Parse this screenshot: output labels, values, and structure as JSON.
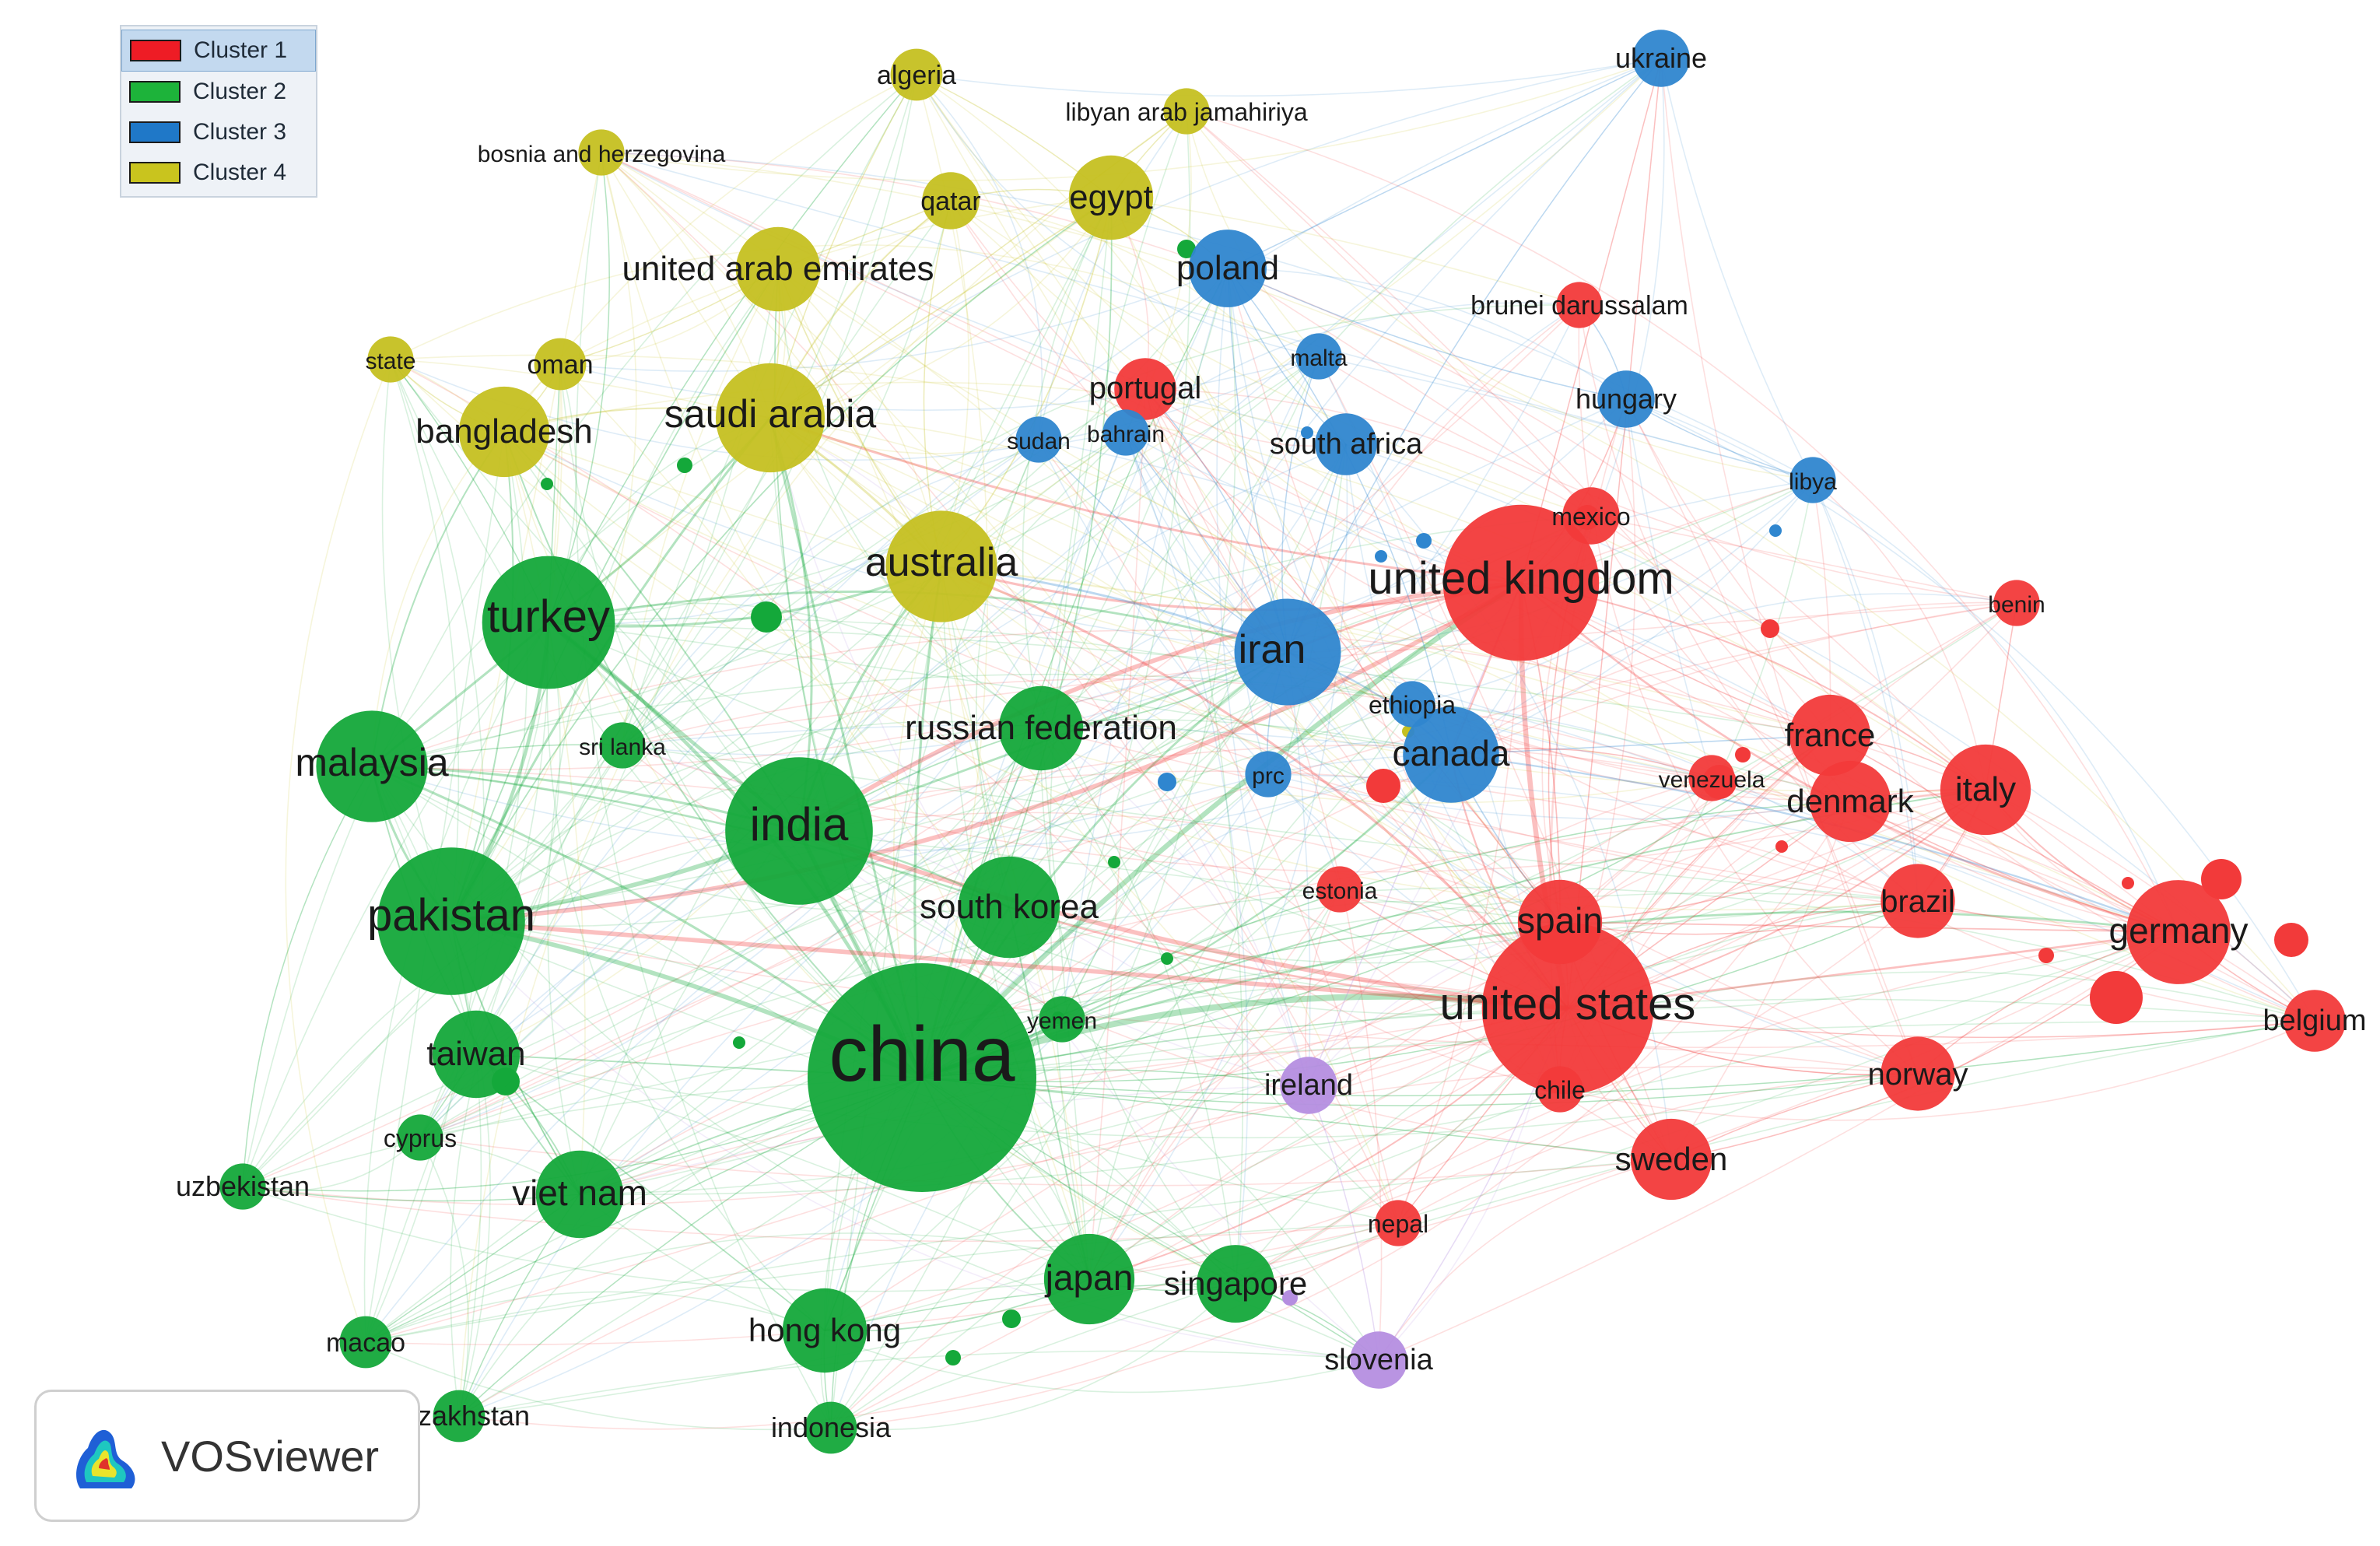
{
  "legend": {
    "items": [
      {
        "label": "Cluster 1",
        "color": "#ee1c25"
      },
      {
        "label": "Cluster 2",
        "color": "#1db33a"
      },
      {
        "label": "Cluster 3",
        "color": "#1f78c8"
      },
      {
        "label": "Cluster 4",
        "color": "#c9c41e"
      }
    ]
  },
  "cluster_colors": {
    "1": "#f23a3a",
    "2": "#14a83a",
    "3": "#2f86cf",
    "4": "#c5c021",
    "5": "#b58ee0"
  },
  "nodes": [
    {
      "id": "china",
      "label": "china",
      "cluster": 2,
      "weight": 100
    },
    {
      "id": "united_states",
      "label": "united states",
      "cluster": 1,
      "weight": 55
    },
    {
      "id": "united_kingdom",
      "label": "united kingdom",
      "cluster": 1,
      "weight": 45
    },
    {
      "id": "india",
      "label": "india",
      "cluster": 2,
      "weight": 40
    },
    {
      "id": "pakistan",
      "label": "pakistan",
      "cluster": 2,
      "weight": 40
    },
    {
      "id": "turkey",
      "label": "turkey",
      "cluster": 2,
      "weight": 32
    },
    {
      "id": "iran",
      "label": "iran",
      "cluster": 3,
      "weight": 20
    },
    {
      "id": "australia",
      "label": "australia",
      "cluster": 4,
      "weight": 22
    },
    {
      "id": "saudi_arabia",
      "label": "saudi arabia",
      "cluster": 4,
      "weight": 21
    },
    {
      "id": "malaysia",
      "label": "malaysia",
      "cluster": 2,
      "weight": 22
    },
    {
      "id": "canada",
      "label": "canada",
      "cluster": 3,
      "weight": 16
    },
    {
      "id": "germany",
      "label": "germany",
      "cluster": 1,
      "weight": 19
    },
    {
      "id": "south_korea",
      "label": "south korea",
      "cluster": 2,
      "weight": 18
    },
    {
      "id": "taiwan",
      "label": "taiwan",
      "cluster": 2,
      "weight": 13
    },
    {
      "id": "viet_nam",
      "label": "viet nam",
      "cluster": 2,
      "weight": 13
    },
    {
      "id": "japan",
      "label": "japan",
      "cluster": 2,
      "weight": 14
    },
    {
      "id": "spain",
      "label": "spain",
      "cluster": 1,
      "weight": 12
    },
    {
      "id": "italy",
      "label": "italy",
      "cluster": 1,
      "weight": 14
    },
    {
      "id": "denmark",
      "label": "denmark",
      "cluster": 1,
      "weight": 11
    },
    {
      "id": "france",
      "label": "france",
      "cluster": 1,
      "weight": 11
    },
    {
      "id": "sweden",
      "label": "sweden",
      "cluster": 1,
      "weight": 11
    },
    {
      "id": "norway",
      "label": "norway",
      "cluster": 1,
      "weight": 9
    },
    {
      "id": "brazil",
      "label": "brazil",
      "cluster": 1,
      "weight": 9
    },
    {
      "id": "egypt",
      "label": "egypt",
      "cluster": 4,
      "weight": 12
    },
    {
      "id": "united_arab_emirates",
      "label": "united arab emirates",
      "cluster": 4,
      "weight": 12
    },
    {
      "id": "bangladesh",
      "label": "bangladesh",
      "cluster": 4,
      "weight": 14
    },
    {
      "id": "poland",
      "label": "poland",
      "cluster": 3,
      "weight": 10
    },
    {
      "id": "russian_federation",
      "label": "russian federation",
      "cluster": 2,
      "weight": 12
    },
    {
      "id": "hong_kong",
      "label": "hong kong",
      "cluster": 2,
      "weight": 12
    },
    {
      "id": "singapore",
      "label": "singapore",
      "cluster": 2,
      "weight": 10
    },
    {
      "id": "belgium",
      "label": "belgium",
      "cluster": 1,
      "weight": 6
    },
    {
      "id": "ireland",
      "label": "ireland",
      "cluster": 5,
      "weight": 5
    },
    {
      "id": "slovenia",
      "label": "slovenia",
      "cluster": 5,
      "weight": 5
    },
    {
      "id": "portugal",
      "label": "portugal",
      "cluster": 1,
      "weight": 6
    },
    {
      "id": "south_africa",
      "label": "south africa",
      "cluster": 3,
      "weight": 6
    },
    {
      "id": "hungary",
      "label": "hungary",
      "cluster": 3,
      "weight": 5
    },
    {
      "id": "ukraine",
      "label": "ukraine",
      "cluster": 3,
      "weight": 5
    },
    {
      "id": "algeria",
      "label": "algeria",
      "cluster": 4,
      "weight": 4
    },
    {
      "id": "qatar",
      "label": "qatar",
      "cluster": 4,
      "weight": 5
    },
    {
      "id": "oman",
      "label": "oman",
      "cluster": 4,
      "weight": 4
    },
    {
      "id": "libyan_arab_jamahiriya",
      "label": "libyan arab jamahiriya",
      "cluster": 4,
      "weight": 3
    },
    {
      "id": "bosnia_and_herzegovina",
      "label": "bosnia and herzegovina",
      "cluster": 4,
      "weight": 3
    },
    {
      "id": "state",
      "label": "state",
      "cluster": 4,
      "weight": 3
    },
    {
      "id": "brunei_darussalam",
      "label": "brunei darussalam",
      "cluster": 1,
      "weight": 3
    },
    {
      "id": "malta",
      "label": "malta",
      "cluster": 3,
      "weight": 3
    },
    {
      "id": "sudan",
      "label": "sudan",
      "cluster": 3,
      "weight": 3
    },
    {
      "id": "bahrain",
      "label": "bahrain",
      "cluster": 3,
      "weight": 3
    },
    {
      "id": "mexico",
      "label": "mexico",
      "cluster": 1,
      "weight": 5
    },
    {
      "id": "libya",
      "label": "libya",
      "cluster": 3,
      "weight": 3
    },
    {
      "id": "benin",
      "label": "benin",
      "cluster": 1,
      "weight": 3
    },
    {
      "id": "ethiopia",
      "label": "ethiopia",
      "cluster": 3,
      "weight": 3
    },
    {
      "id": "venezuela",
      "label": "venezuela",
      "cluster": 1,
      "weight": 3
    },
    {
      "id": "prc",
      "label": "prc",
      "cluster": 3,
      "weight": 3
    },
    {
      "id": "estonia",
      "label": "estonia",
      "cluster": 1,
      "weight": 3
    },
    {
      "id": "chile",
      "label": "chile",
      "cluster": 1,
      "weight": 3
    },
    {
      "id": "nepal",
      "label": "nepal",
      "cluster": 1,
      "weight": 3
    },
    {
      "id": "yemen",
      "label": "yemen",
      "cluster": 2,
      "weight": 3
    },
    {
      "id": "sri_lanka",
      "label": "sri lanka",
      "cluster": 2,
      "weight": 3
    },
    {
      "id": "cyprus",
      "label": "cyprus",
      "cluster": 2,
      "weight": 3
    },
    {
      "id": "uzbekistan",
      "label": "uzbekistan",
      "cluster": 2,
      "weight": 3
    },
    {
      "id": "macao",
      "label": "macao",
      "cluster": 2,
      "weight": 4
    },
    {
      "id": "kazakhstan",
      "label": "kazakhstan",
      "cluster": 2,
      "weight": 4
    },
    {
      "id": "indonesia",
      "label": "indonesia",
      "cluster": 2,
      "weight": 4
    }
  ],
  "links": [
    [
      "china",
      "united_states"
    ],
    [
      "china",
      "united_kingdom"
    ],
    [
      "china",
      "india"
    ],
    [
      "china",
      "pakistan"
    ],
    [
      "china",
      "turkey"
    ],
    [
      "china",
      "iran"
    ],
    [
      "china",
      "australia"
    ],
    [
      "china",
      "saudi_arabia"
    ],
    [
      "china",
      "malaysia"
    ],
    [
      "china",
      "canada"
    ],
    [
      "china",
      "germany"
    ],
    [
      "china",
      "south_korea"
    ],
    [
      "china",
      "taiwan"
    ],
    [
      "china",
      "viet_nam"
    ],
    [
      "china",
      "japan"
    ],
    [
      "china",
      "spain"
    ],
    [
      "china",
      "italy"
    ],
    [
      "china",
      "hong_kong"
    ],
    [
      "china",
      "singapore"
    ],
    [
      "china",
      "egypt"
    ],
    [
      "china",
      "bangladesh"
    ],
    [
      "china",
      "russian_federation"
    ],
    [
      "china",
      "sweden"
    ],
    [
      "china",
      "norway"
    ],
    [
      "china",
      "france"
    ],
    [
      "china",
      "denmark"
    ],
    [
      "china",
      "poland"
    ],
    [
      "china",
      "macao"
    ],
    [
      "china",
      "kazakhstan"
    ],
    [
      "china",
      "indonesia"
    ],
    [
      "china",
      "uzbekistan"
    ],
    [
      "china",
      "ireland"
    ],
    [
      "china",
      "slovenia"
    ],
    [
      "china",
      "belgium"
    ],
    [
      "china",
      "brazil"
    ],
    [
      "china",
      "united_arab_emirates"
    ],
    [
      "united_states",
      "united_kingdom"
    ],
    [
      "united_states",
      "germany"
    ],
    [
      "united_states",
      "spain"
    ],
    [
      "united_states",
      "italy"
    ],
    [
      "united_states",
      "canada"
    ],
    [
      "united_states",
      "india"
    ],
    [
      "united_states",
      "pakistan"
    ],
    [
      "united_states",
      "sweden"
    ],
    [
      "united_states",
      "norway"
    ],
    [
      "united_states",
      "brazil"
    ],
    [
      "united_states",
      "france"
    ],
    [
      "united_states",
      "denmark"
    ],
    [
      "united_states",
      "belgium"
    ],
    [
      "united_states",
      "australia"
    ],
    [
      "united_states",
      "japan"
    ],
    [
      "united_states",
      "south_korea"
    ],
    [
      "united_states",
      "ukraine"
    ],
    [
      "united_states",
      "ireland"
    ],
    [
      "united_kingdom",
      "germany"
    ],
    [
      "united_kingdom",
      "italy"
    ],
    [
      "united_kingdom",
      "spain"
    ],
    [
      "united_kingdom",
      "canada"
    ],
    [
      "united_kingdom",
      "iran"
    ],
    [
      "united_kingdom",
      "india"
    ],
    [
      "united_kingdom",
      "pakistan"
    ],
    [
      "united_kingdom",
      "saudi_arabia"
    ],
    [
      "united_kingdom",
      "ukraine"
    ],
    [
      "united_kingdom",
      "france"
    ],
    [
      "united_kingdom",
      "hungary"
    ],
    [
      "united_kingdom",
      "australia"
    ],
    [
      "india",
      "pakistan"
    ],
    [
      "india",
      "turkey"
    ],
    [
      "india",
      "malaysia"
    ],
    [
      "india",
      "saudi_arabia"
    ],
    [
      "india",
      "australia"
    ],
    [
      "india",
      "south_korea"
    ],
    [
      "india",
      "iran"
    ],
    [
      "india",
      "bangladesh"
    ],
    [
      "pakistan",
      "turkey"
    ],
    [
      "pakistan",
      "malaysia"
    ],
    [
      "pakistan",
      "saudi_arabia"
    ],
    [
      "pakistan",
      "taiwan"
    ],
    [
      "pakistan",
      "viet_nam"
    ],
    [
      "pakistan",
      "bangladesh"
    ],
    [
      "pakistan",
      "egypt"
    ],
    [
      "pakistan",
      "united_arab_emirates"
    ],
    [
      "turkey",
      "malaysia"
    ],
    [
      "turkey",
      "saudi_arabia"
    ],
    [
      "turkey",
      "australia"
    ],
    [
      "turkey",
      "iran"
    ],
    [
      "turkey",
      "algeria"
    ],
    [
      "turkey",
      "oman"
    ],
    [
      "turkey",
      "state"
    ],
    [
      "turkey",
      "bosnia_and_herzegovina"
    ],
    [
      "iran",
      "canada"
    ],
    [
      "iran",
      "poland"
    ],
    [
      "iran",
      "south_africa"
    ],
    [
      "iran",
      "australia"
    ],
    [
      "iran",
      "portugal"
    ],
    [
      "iran",
      "malta"
    ],
    [
      "iran",
      "sudan"
    ],
    [
      "iran",
      "bahrain"
    ],
    [
      "australia",
      "saudi_arabia"
    ],
    [
      "australia",
      "egypt"
    ],
    [
      "australia",
      "qatar"
    ],
    [
      "australia",
      "united_arab_emirates"
    ],
    [
      "saudi_arabia",
      "egypt"
    ],
    [
      "saudi_arabia",
      "united_arab_emirates"
    ],
    [
      "saudi_arabia",
      "bangladesh"
    ],
    [
      "saudi_arabia",
      "qatar"
    ],
    [
      "saudi_arabia",
      "algeria"
    ],
    [
      "saudi_arabia",
      "libyan_arab_jamahiriya"
    ],
    [
      "egypt",
      "algeria"
    ],
    [
      "egypt",
      "qatar"
    ],
    [
      "egypt",
      "poland"
    ],
    [
      "egypt",
      "libyan_arab_jamahiriya"
    ],
    [
      "poland",
      "ukraine"
    ],
    [
      "poland",
      "hungary"
    ],
    [
      "poland",
      "south_africa"
    ],
    [
      "poland",
      "canada"
    ],
    [
      "canada",
      "germany"
    ],
    [
      "canada",
      "france"
    ],
    [
      "canada",
      "spain"
    ],
    [
      "canada",
      "ethiopia"
    ],
    [
      "germany",
      "italy"
    ],
    [
      "germany",
      "denmark"
    ],
    [
      "germany",
      "france"
    ],
    [
      "germany",
      "belgium"
    ],
    [
      "germany",
      "norway"
    ],
    [
      "germany",
      "sweden"
    ],
    [
      "germany",
      "brazil"
    ],
    [
      "germany",
      "spain"
    ],
    [
      "italy",
      "denmark"
    ],
    [
      "italy",
      "france"
    ],
    [
      "italy",
      "spain"
    ],
    [
      "italy",
      "brazil"
    ],
    [
      "italy",
      "benin"
    ],
    [
      "spain",
      "sweden"
    ],
    [
      "spain",
      "brazil"
    ],
    [
      "spain",
      "mexico"
    ],
    [
      "sweden",
      "norway"
    ],
    [
      "south_korea",
      "japan"
    ],
    [
      "south_korea",
      "malaysia"
    ],
    [
      "japan",
      "singapore"
    ],
    [
      "japan",
      "hong_kong"
    ],
    [
      "hong_kong",
      "singapore"
    ],
    [
      "hong_kong",
      "taiwan"
    ],
    [
      "hong_kong",
      "indonesia"
    ],
    [
      "viet_nam",
      "taiwan"
    ],
    [
      "viet_nam",
      "malaysia"
    ],
    [
      "viet_nam",
      "uzbekistan"
    ],
    [
      "viet_nam",
      "macao"
    ],
    [
      "viet_nam",
      "kazakhstan"
    ],
    [
      "malaysia",
      "uzbekistan"
    ],
    [
      "malaysia",
      "bangladesh"
    ],
    [
      "malaysia",
      "sri_lanka"
    ],
    [
      "taiwan",
      "cyprus"
    ],
    [
      "russian_federation",
      "india"
    ],
    [
      "russian_federation",
      "iran"
    ],
    [
      "singapore",
      "slovenia"
    ],
    [
      "ireland",
      "slovenia"
    ],
    [
      "ireland",
      "united_kingdom"
    ],
    [
      "slovenia",
      "united_states"
    ],
    [
      "bangladesh",
      "oman"
    ],
    [
      "bangladesh",
      "state"
    ],
    [
      "united_arab_emirates",
      "oman"
    ],
    [
      "united_arab_emirates",
      "qatar"
    ],
    [
      "hungary",
      "libya"
    ],
    [
      "hungary",
      "brunei_darussalam"
    ],
    [
      "mexico",
      "united_kingdom"
    ],
    [
      "chile",
      "united_states"
    ],
    [
      "nepal",
      "united_states"
    ],
    [
      "estonia",
      "united_states"
    ],
    [
      "venezuela",
      "canada"
    ],
    [
      "prc",
      "iran"
    ],
    [
      "yemen",
      "china"
    ],
    [
      "portugal",
      "spain"
    ],
    [
      "ukraine",
      "iran"
    ]
  ]
}
